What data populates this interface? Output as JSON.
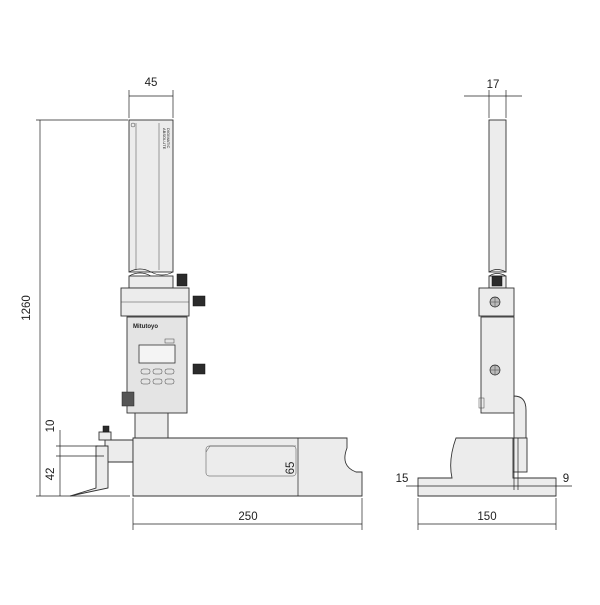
{
  "front_view": {
    "brand": "Mitutoyo",
    "scale_label_1": "ABSOLUTE",
    "scale_label_2": "DIGIMATIC",
    "dimensions": {
      "width_top": "45",
      "overall_height": "1260",
      "base_length": "250",
      "base_height": "65",
      "scriber_10": "10",
      "scriber_42": "42"
    }
  },
  "side_view": {
    "dimensions": {
      "column_width": "17",
      "base_width": "150",
      "left_offset": "15",
      "right_offset": "9"
    }
  }
}
